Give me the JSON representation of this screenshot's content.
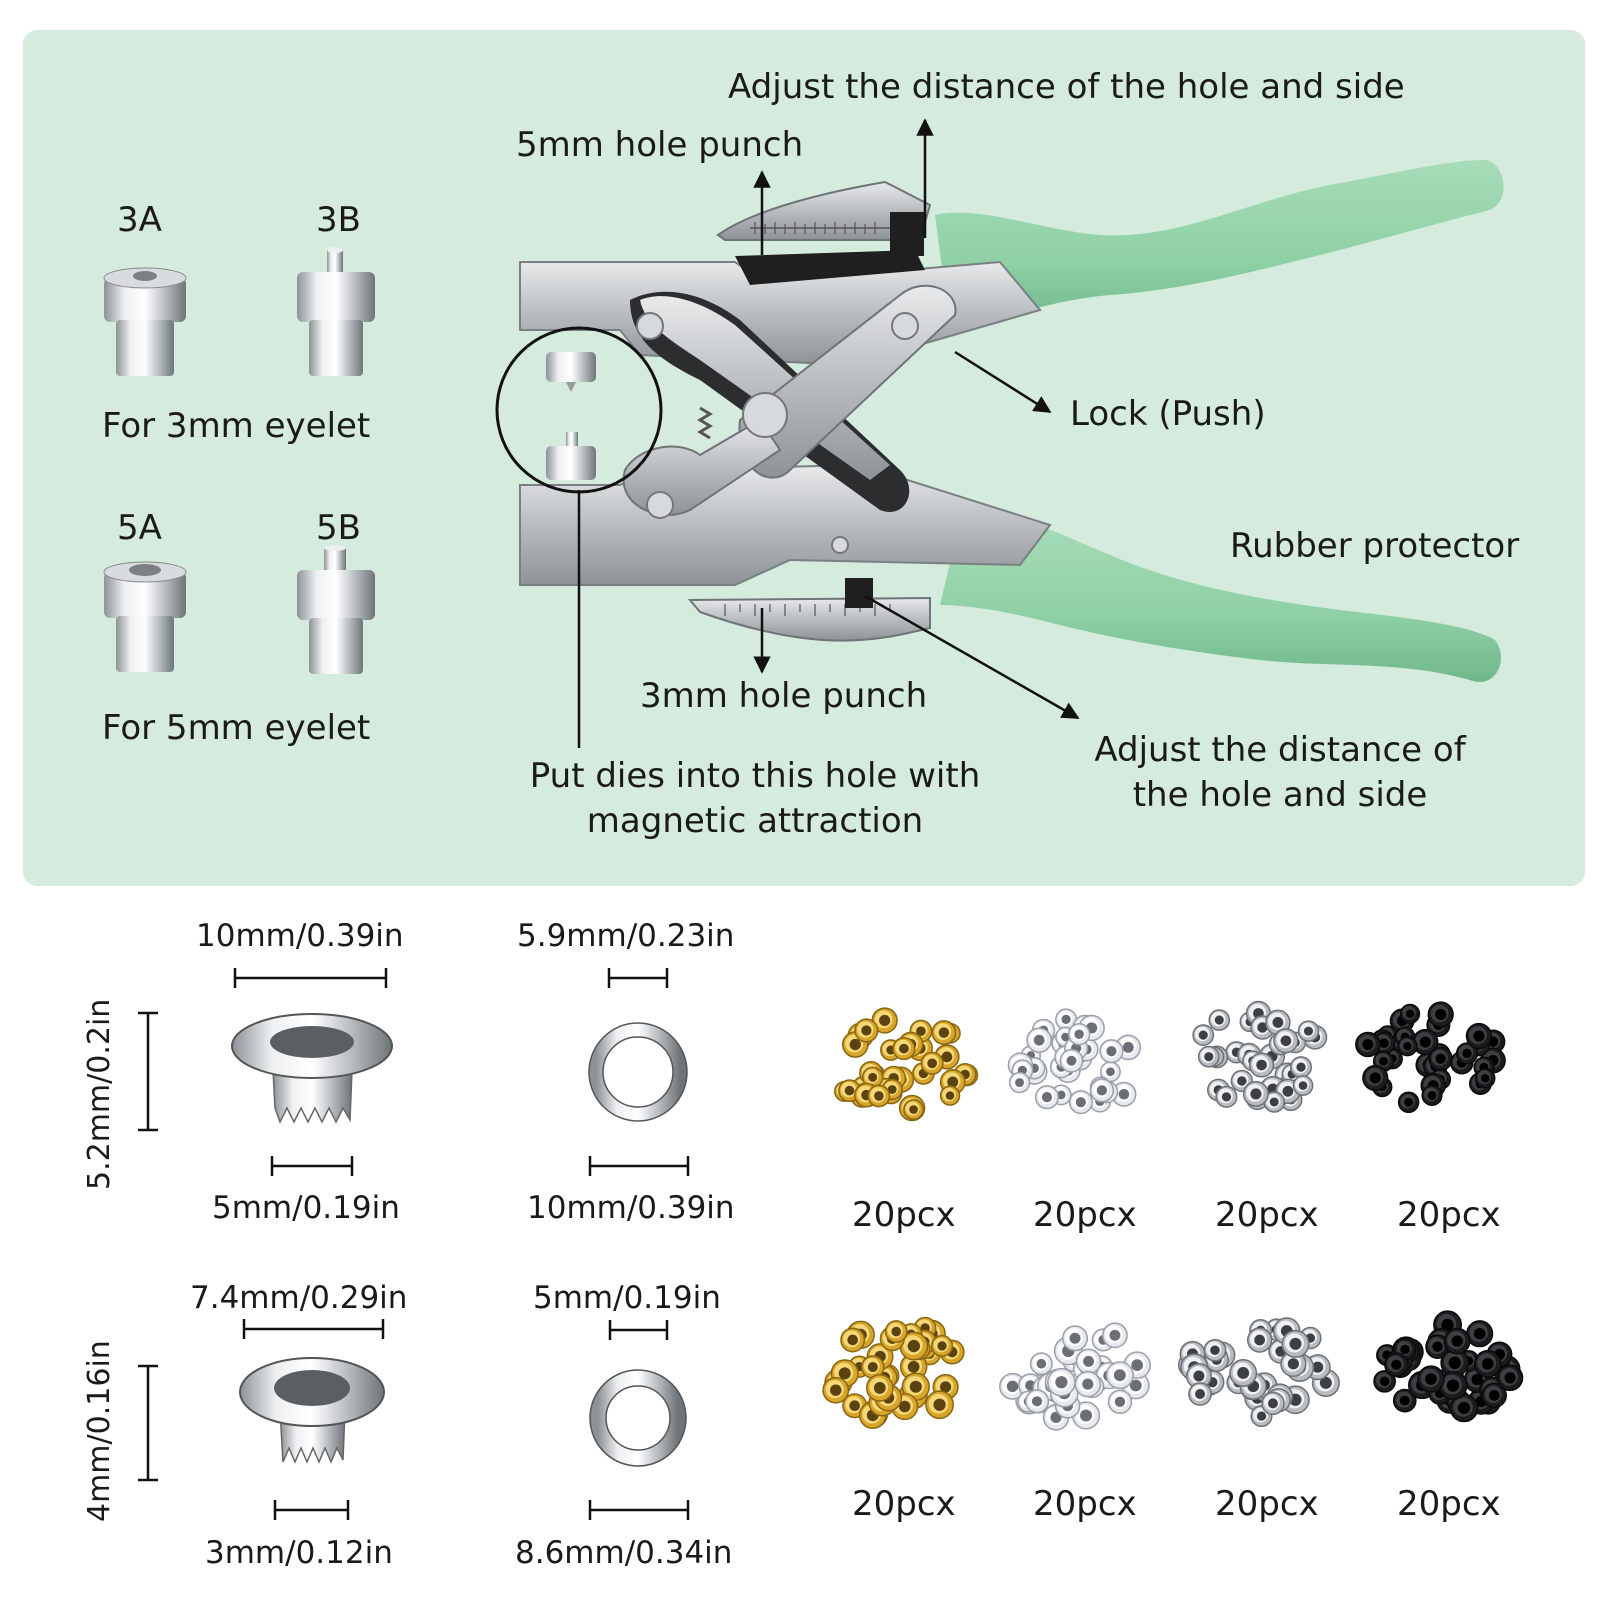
{
  "diagram": {
    "dies": {
      "label_3a": "3A",
      "label_3b": "3B",
      "caption_3mm": "For 3mm eyelet",
      "label_5a": "5A",
      "label_5b": "5B",
      "caption_5mm": "For 5mm eyelet"
    },
    "callouts": {
      "adjust_top": "Adjust the distance of the hole and side",
      "punch_5mm": "5mm hole punch",
      "lock": "Lock (Push)",
      "rubber": "Rubber protector",
      "punch_3mm": "3mm hole punch",
      "put_dies_line1": "Put dies into this hole with",
      "put_dies_line2": "magnetic attraction",
      "adjust_bottom_line1": "Adjust the distance of",
      "adjust_bottom_line2": "the hole and side"
    },
    "colors": {
      "panel": "#d4ebdd",
      "handle": "#8fd0a6",
      "metal": "#c4c8cb"
    }
  },
  "eyelet_specs": {
    "large": {
      "flange_width": "10mm/0.39in",
      "height": "5.2mm/0.2in",
      "shank_width": "5mm/0.19in",
      "ring_inner": "5.9mm/0.23in",
      "ring_outer": "10mm/0.39in"
    },
    "small": {
      "flange_width": "7.4mm/0.29in",
      "height": "4mm/0.16in",
      "shank_width": "3mm/0.12in",
      "ring_inner": "5mm/0.19in",
      "ring_outer": "8.6mm/0.34in"
    }
  },
  "piles": {
    "row1": [
      {
        "count": "20pcx",
        "color": "gold"
      },
      {
        "count": "20pcx",
        "color": "white"
      },
      {
        "count": "20pcx",
        "color": "silver"
      },
      {
        "count": "20pcx",
        "color": "black"
      }
    ],
    "row2": [
      {
        "count": "20pcx",
        "color": "gold"
      },
      {
        "count": "20pcx",
        "color": "white"
      },
      {
        "count": "20pcx",
        "color": "silver"
      },
      {
        "count": "20pcx",
        "color": "black"
      }
    ]
  }
}
